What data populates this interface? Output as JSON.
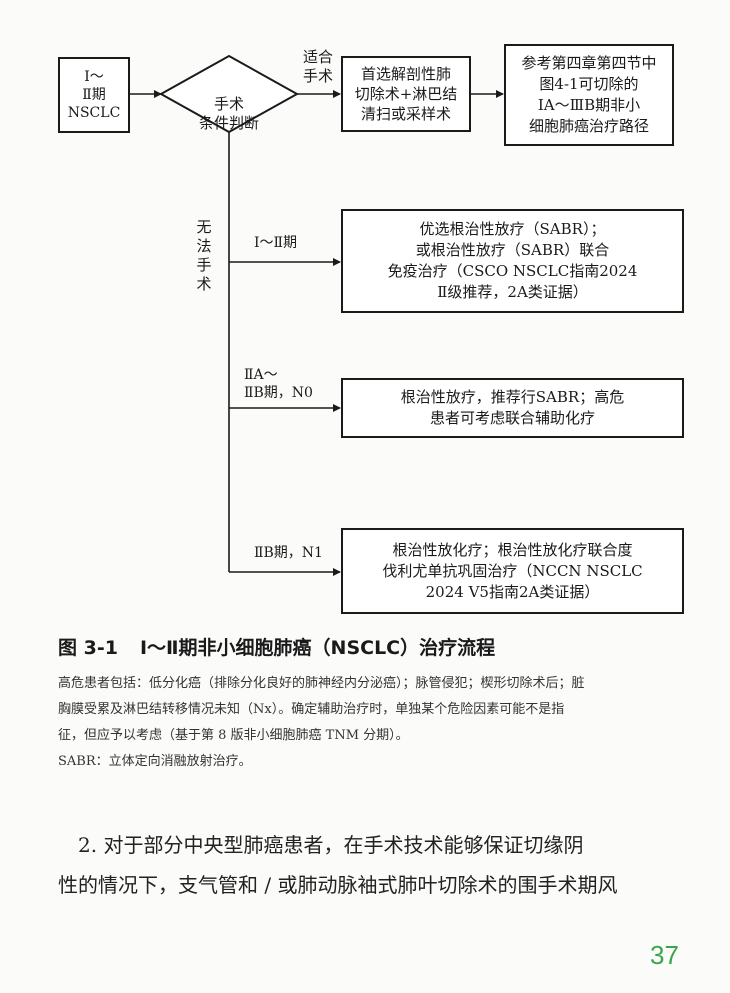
{
  "flowchart": {
    "start": "Ⅰ～\nⅡ期\nNSCLC",
    "decision": "手术\n条件判断",
    "label_surgery": "适合\n手术",
    "surgery_box": "首选解剖性肺\n切除术+淋巴结\n清扫或采样术",
    "reference_box": "参考第四章第四节中\n图4-1可切除的\nⅠA～ⅢB期非小\n细胞肺癌治疗路径",
    "label_no_surgery": "无法手术",
    "branch1_label": "Ⅰ～Ⅱ期",
    "branch1_box": "优选根治性放疗（SABR）；\n或根治性放疗（SABR）联合\n免疫治疗（CSCO NSCLC指南2024\nⅡ级推荐，2A类证据）",
    "branch2_label": "ⅡA～\nⅡB期，N0",
    "branch2_box": "根治性放疗，推荐行SABR；高危\n患者可考虑联合辅助化疗",
    "branch3_label": "ⅡB期，N1",
    "branch3_box": "根治性放化疗；根治性放化疗联合度\n伐利尤单抗巩固治疗（NCCN NSCLC\n2024 Ⅴ5指南2A类证据）"
  },
  "caption": {
    "number": "图 3-1",
    "title": "Ⅰ～Ⅱ期非小细胞肺癌（NSCLC）治疗流程"
  },
  "notes": {
    "line1": "高危患者包括：低分化癌（排除分化良好的肺神经内分泌癌）；脉管侵犯；楔形切除术后；脏",
    "line2": "胸膜受累及淋巴结转移情况未知（Nx）。确定辅助治疗时，单独某个危险因素可能不是指",
    "line3": "征，但应予以考虑（基于第 8 版非小细胞肺癌 TNM 分期）。",
    "line4": "SABR：立体定向消融放射治疗。"
  },
  "body": {
    "line1": "2. 对于部分中央型肺癌患者，在手术技术能够保证切缘阴",
    "line2": "性的情况下，支气管和 / 或肺动脉袖式肺叶切除术的围手术期风"
  },
  "page_number": "37"
}
